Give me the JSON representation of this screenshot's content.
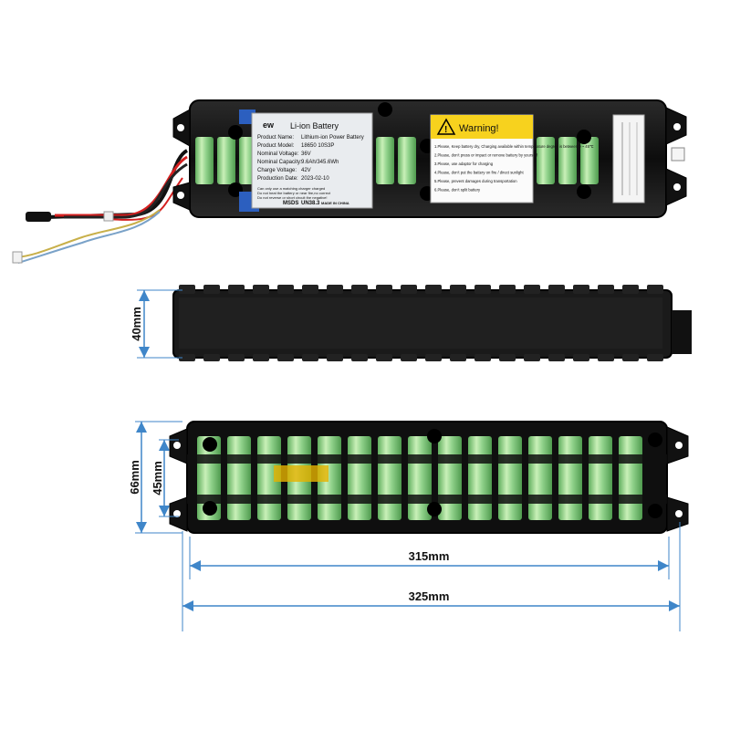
{
  "label": {
    "title": "Li-ion Battery",
    "lines": [
      [
        "Product Name:",
        "Lithium-ion Power Battery"
      ],
      [
        "Product Model:",
        "18650 10S3P"
      ],
      [
        "Nominal Voltage:",
        "36V"
      ],
      [
        "Nominal Capacity:",
        "9.6Ah/345.6Wh"
      ],
      [
        "Charge Voltage:",
        "42V"
      ],
      [
        "Production Date:",
        "2023-02-10"
      ]
    ],
    "notes": [
      "Can only use a matching charger charged",
      "Do not heat the battery or near fire,no correct",
      "Do not reverse or short circuit the negative!"
    ],
    "badges": [
      "MSDS",
      "UN38.3",
      "MADE IN CHINA"
    ]
  },
  "warning": {
    "title": "Warning!",
    "items": [
      "1.Please, Keep battery dry, Charging available within temperature degree is between 0 ~ 45℃",
      "2.Please, don't press or impact or remove battery by yourself",
      "3.Please, use adaptor for charging",
      "4.Please, don't put the battery on fire / direct sunlight",
      "5.Please, prevent damages during transportation",
      "6.Please, don't split battery"
    ]
  },
  "dimensions": {
    "side_height": "40mm",
    "total_width": "66mm",
    "cell_width": "45mm",
    "pack_length": "315mm",
    "total_length": "325mm"
  },
  "colors": {
    "cell": "#8fd18a",
    "cell_light": "#c9f0b8",
    "dim_line": "#3f86c9",
    "warning_bg": "#f7d21e"
  }
}
